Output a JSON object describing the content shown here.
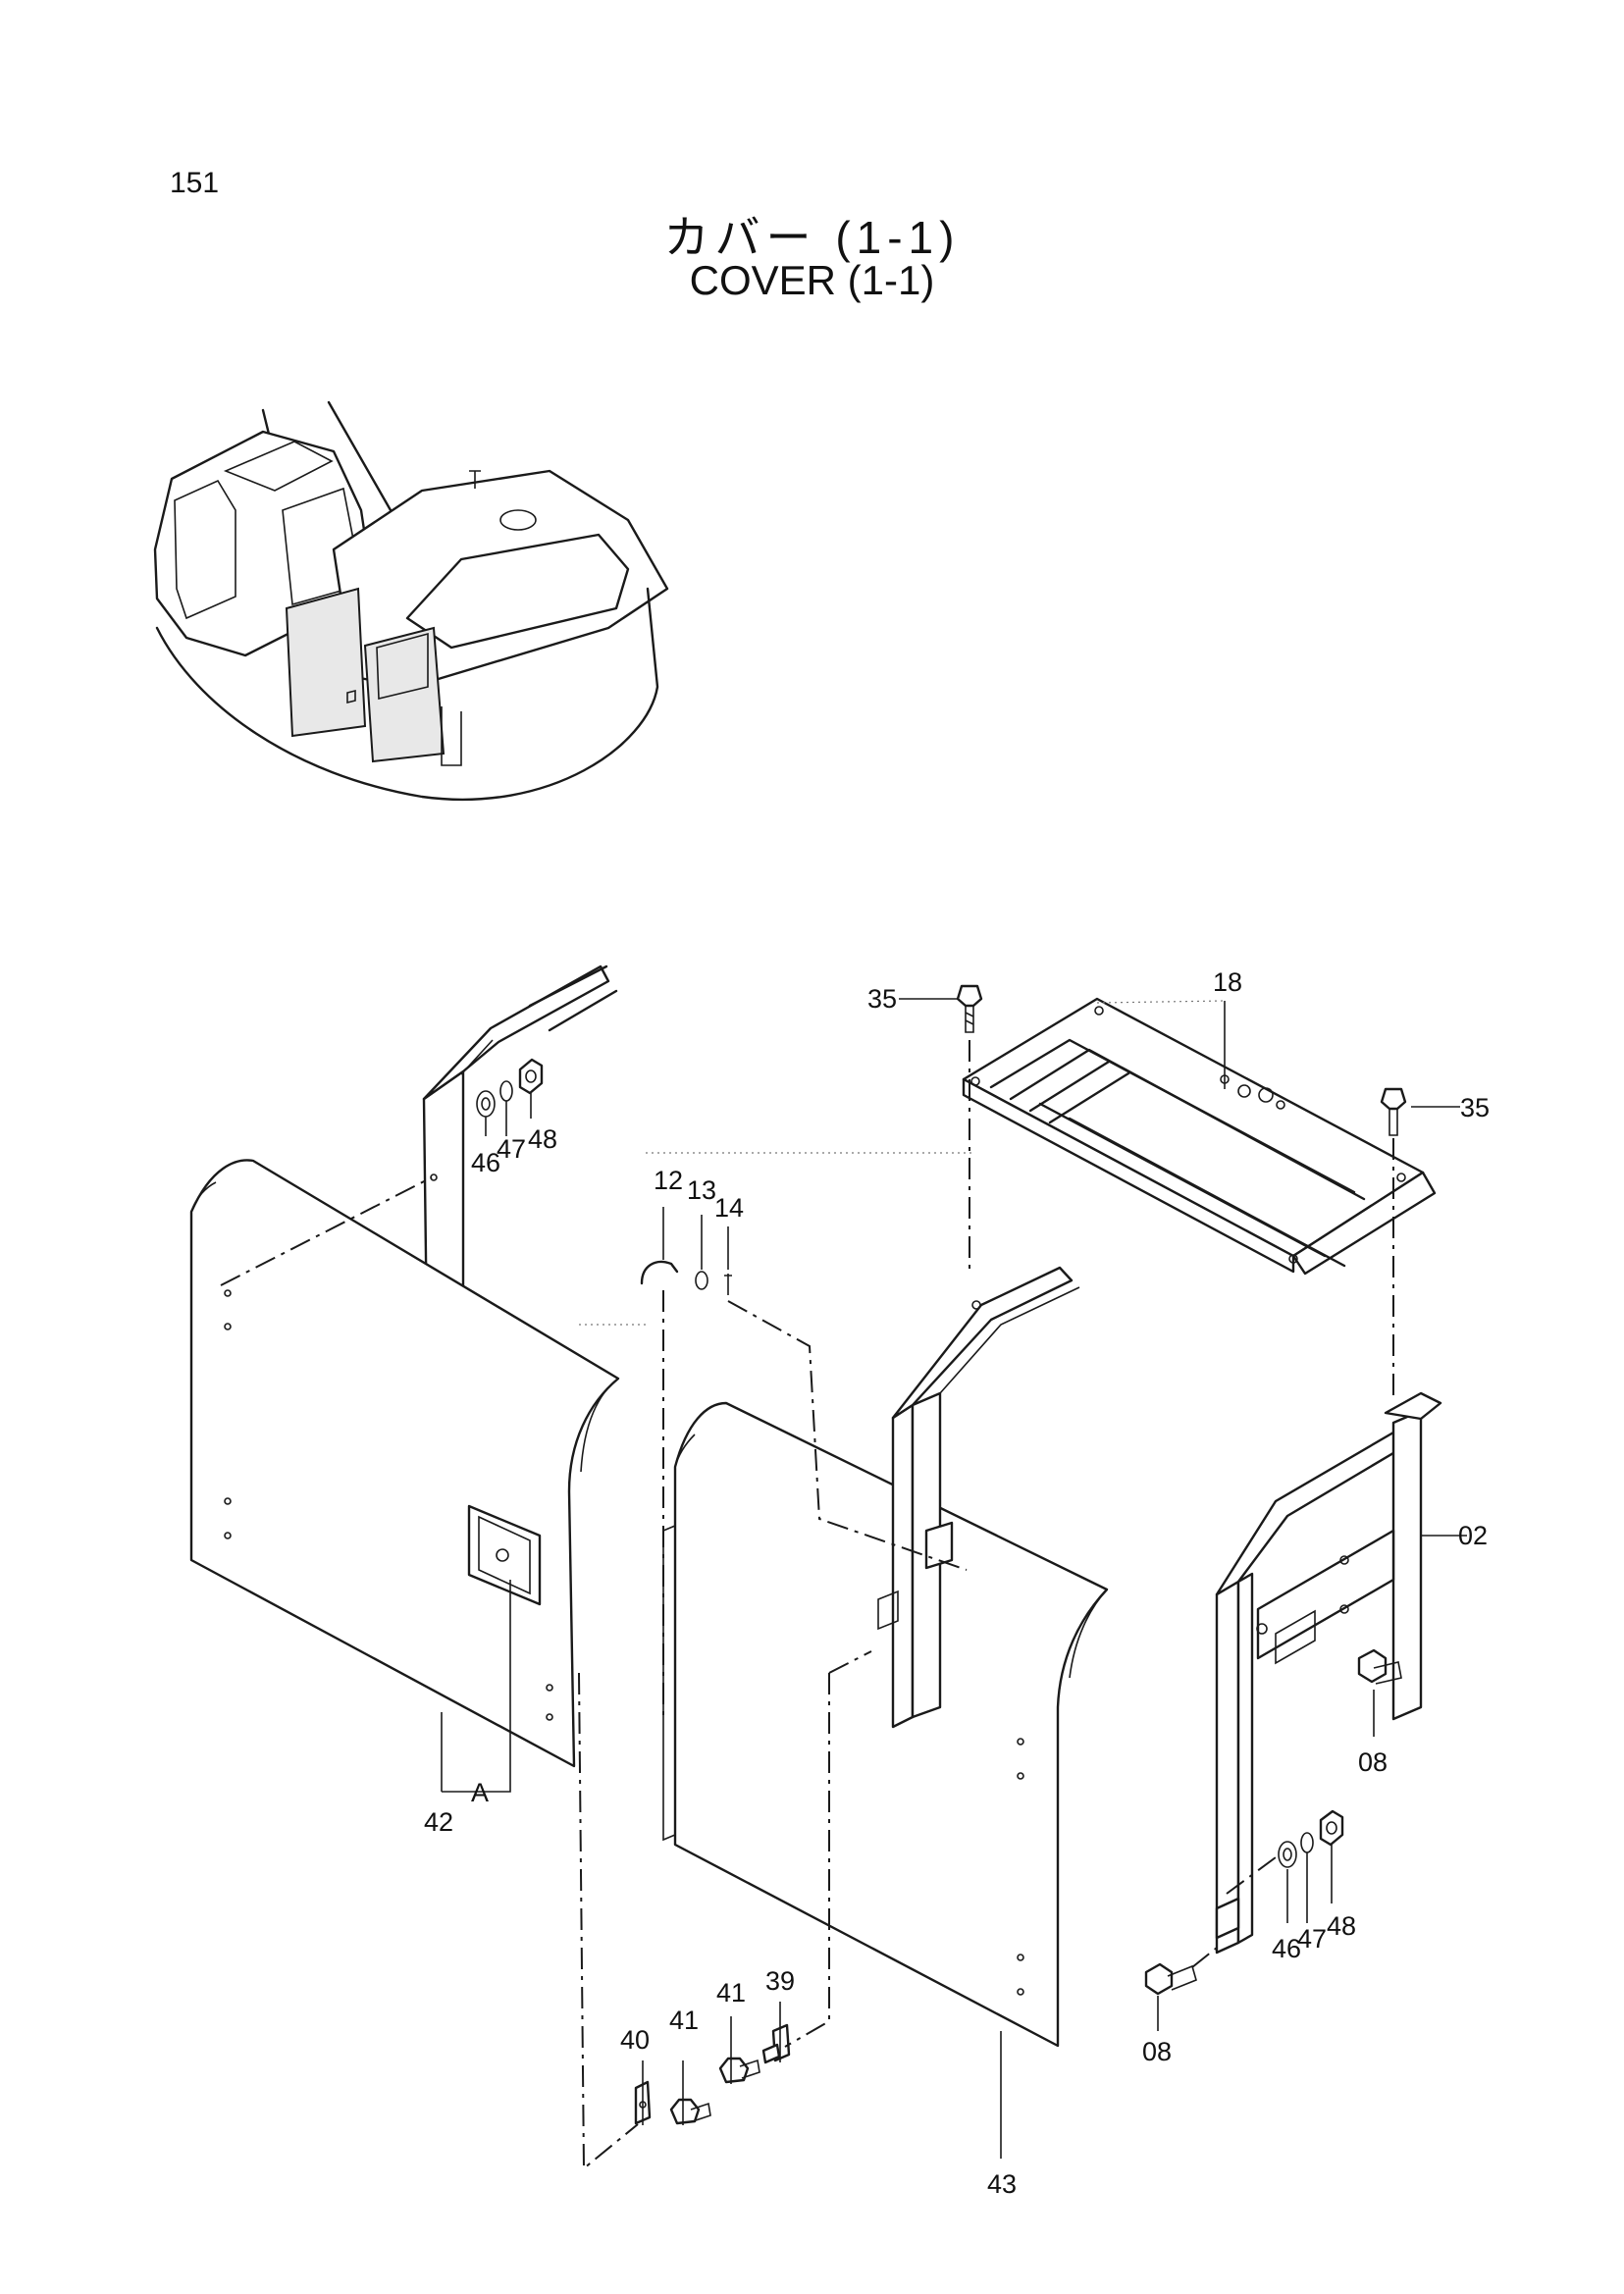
{
  "page_number": "151",
  "title_jp": "カバー (1-1)",
  "title_en": "COVER (1-1)",
  "callouts": {
    "p02": "02",
    "p08a": "08",
    "p08b": "08",
    "p12": "12",
    "p13": "13",
    "p14": "14",
    "p18": "18",
    "p35a": "35",
    "p35b": "35",
    "p39": "39",
    "p40": "40",
    "p41a": "41",
    "p41b": "41",
    "p42": "42",
    "p43": "43",
    "p46a": "46",
    "p47a": "47",
    "p48a": "48",
    "p46b": "46",
    "p47b": "47",
    "p48b": "48",
    "detail_a": "A"
  }
}
